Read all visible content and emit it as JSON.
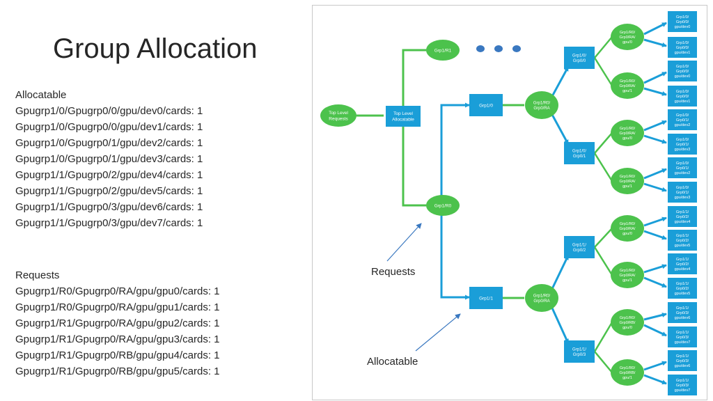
{
  "title": "Group Allocation",
  "allocatable": {
    "heading": "Allocatable",
    "lines": [
      "Gpugrp1/0/Gpugrp0/0/gpu/dev0/cards: 1",
      "Gpugrp1/0/Gpugrp0/0/gpu/dev1/cards: 1",
      "Gpugrp1/0/Gpugrp0/1/gpu/dev2/cards: 1",
      "Gpugrp1/0/Gpugrp0/1/gpu/dev3/cards: 1",
      "Gpugrp1/1/Gpugrp0/2/gpu/dev4/cards: 1",
      "Gpugrp1/1/Gpugrp0/2/gpu/dev5/cards: 1",
      "Gpugrp1/1/Gpugrp0/3/gpu/dev6/cards: 1",
      "Gpugrp1/1/Gpugrp0/3/gpu/dev7/cards: 1"
    ]
  },
  "requests": {
    "heading": "Requests",
    "lines": [
      "Gpugrp1/R0/Gpugrp0/RA/gpu/gpu0/cards: 1",
      "Gpugrp1/R0/Gpugrp0/RA/gpu/gpu1/cards: 1",
      "Gpugrp1/R1/Gpugrp0/RA/gpu/gpu2/cards: 1",
      "Gpugrp1/R1/Gpugrp0/RA/gpu/gpu3/cards: 1",
      "Gpugrp1/R1/Gpugrp0/RB/gpu/gpu4/cards: 1",
      "Gpugrp1/R1/Gpugrp0/RB/gpu/gpu5/cards: 1"
    ]
  },
  "diagram": {
    "requests_label": "Requests",
    "allocatable_label": "Allocatable",
    "colors": {
      "green": "#4cc24c",
      "blue": "#1a9ed8",
      "arrow": "#3a78c0"
    },
    "root_node": [
      "Top Level",
      "Requests"
    ],
    "alloc_root": [
      "Top Level",
      "Allocatable"
    ],
    "r1_node": [
      "Grp1/R1"
    ],
    "r0_node": [
      "Grp1/R0"
    ],
    "grp1_nodes": [
      {
        "label": [
          "Grp1/0"
        ],
        "ra": [
          "Grp1/R0/",
          "Grp0/RA"
        ]
      },
      {
        "label": [
          "Grp1/1"
        ],
        "ra": [
          "Grp1/R0/",
          "Grp0/RA"
        ]
      }
    ],
    "grp0_nodes": [
      {
        "label": [
          "Grp1/0/",
          "Grp0/0"
        ]
      },
      {
        "label": [
          "Grp1/0/",
          "Grp0/1"
        ]
      },
      {
        "label": [
          "Grp1/1/",
          "Grp0/2"
        ]
      },
      {
        "label": [
          "Grp1/1/",
          "Grp0/3"
        ]
      }
    ],
    "gpu_requests": [
      [
        "Grp1/R0/",
        "Grp0/RA/",
        "gpu/0"
      ],
      [
        "Grp1/R0/",
        "Grp0/RA/",
        "gpu/1"
      ],
      [
        "Grp1/R0/",
        "Grp0/RA/",
        "gpu/0"
      ],
      [
        "Grp1/R0/",
        "Grp0/RA/",
        "gpu/1"
      ],
      [
        "Grp1/R0/",
        "Grp0/RA/",
        "gpu/0"
      ],
      [
        "Grp1/R0/",
        "Grp0/RA/",
        "gpu/1"
      ],
      [
        "Grp1/R0/",
        "Grp0/RB/",
        "gpu/0"
      ],
      [
        "Grp1/R0/",
        "Grp0/RB/",
        "gpu/1"
      ]
    ],
    "devices": [
      [
        "Grp1/0/",
        "Grp0/0/",
        "gpu/dev0"
      ],
      [
        "Grp1/0/",
        "Grp0/0/",
        "gpu/dev1"
      ],
      [
        "Grp1/0/",
        "Grp0/0/",
        "gpu/dev0"
      ],
      [
        "Grp1/0/",
        "Grp0/0/",
        "gpu/dev1"
      ],
      [
        "Grp1/0/",
        "Grp0/1/",
        "gpu/dev2"
      ],
      [
        "Grp1/0/",
        "Grp0/1/",
        "gpu/dev3"
      ],
      [
        "Grp1/0/",
        "Grp0/1/",
        "gpu/dev2"
      ],
      [
        "Grp1/0/",
        "Grp0/1/",
        "gpu/dev3"
      ],
      [
        "Grp1/1/",
        "Grp0/2/",
        "gpu/dev4"
      ],
      [
        "Grp1/1/",
        "Grp0/2/",
        "gpu/dev5"
      ],
      [
        "Grp1/1/",
        "Grp0/2/",
        "gpu/dev4"
      ],
      [
        "Grp1/1/",
        "Grp0/2/",
        "gpu/dev5"
      ],
      [
        "Grp1/1/",
        "Grp0/3/",
        "gpu/dev6"
      ],
      [
        "Grp1/1/",
        "Grp0/3/",
        "gpu/dev7"
      ],
      [
        "Grp1/1/",
        "Grp0/3/",
        "gpu/dev6"
      ],
      [
        "Grp1/1/",
        "Grp0/3/",
        "gpu/dev7"
      ]
    ]
  }
}
